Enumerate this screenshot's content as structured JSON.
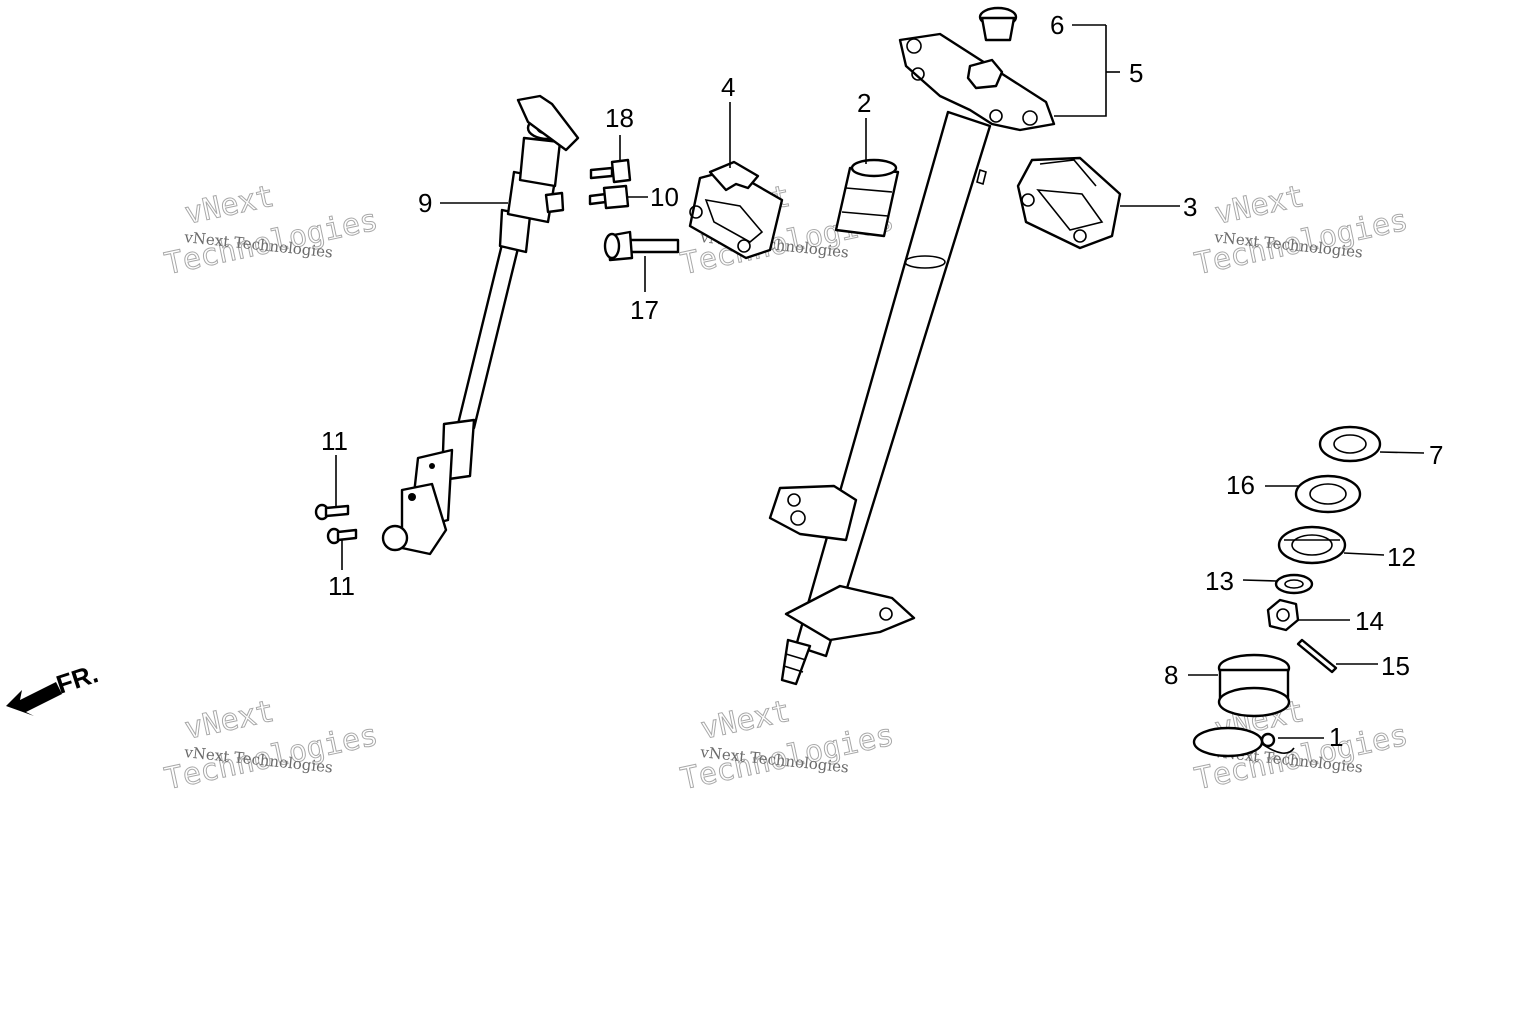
{
  "watermark": {
    "line1": "vNext Technologies",
    "line2_top": "vNext",
    "line2_bottom": "Technologies"
  },
  "front_indicator": {
    "label": "FR."
  },
  "callouts": [
    "1",
    "2",
    "3",
    "4",
    "5",
    "6",
    "7",
    "8",
    "9",
    "10",
    "11",
    "11",
    "12",
    "13",
    "14",
    "15",
    "16",
    "17",
    "18"
  ]
}
